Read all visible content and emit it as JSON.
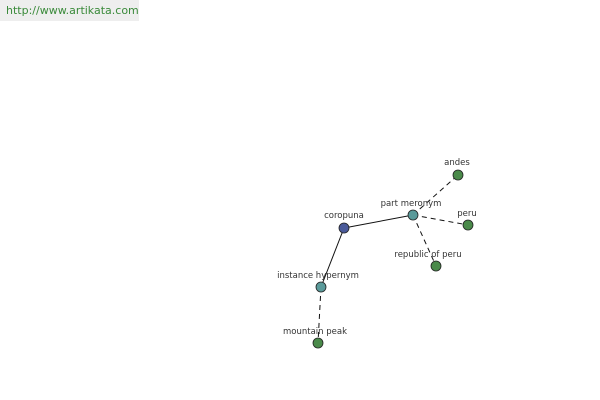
{
  "source_url": "http://www.artikata.com",
  "nodes": [
    {
      "id": "coropuna",
      "label": "coropuna",
      "kind": "root",
      "color": "#4a5a9a"
    },
    {
      "id": "part_meronym",
      "label": "part meronym",
      "kind": "relation",
      "color": "#5a9a9a"
    },
    {
      "id": "instance_hypernym",
      "label": "instance hypernym",
      "kind": "relation",
      "color": "#5a9a9a"
    },
    {
      "id": "andes",
      "label": "andes",
      "kind": "term",
      "color": "#4a8a4a"
    },
    {
      "id": "peru",
      "label": "peru",
      "kind": "term",
      "color": "#4a8a4a"
    },
    {
      "id": "republic_of_peru",
      "label": "republic of peru",
      "kind": "term",
      "color": "#4a8a4a"
    },
    {
      "id": "mountain_peak",
      "label": "mountain peak",
      "kind": "term",
      "color": "#4a8a4a"
    }
  ],
  "edges": [
    {
      "from": "coropuna",
      "to": "part_meronym",
      "style": "solid"
    },
    {
      "from": "coropuna",
      "to": "instance_hypernym",
      "style": "solid"
    },
    {
      "from": "part_meronym",
      "to": "andes",
      "style": "dashed"
    },
    {
      "from": "part_meronym",
      "to": "peru",
      "style": "dashed"
    },
    {
      "from": "part_meronym",
      "to": "republic_of_peru",
      "style": "dashed"
    },
    {
      "from": "instance_hypernym",
      "to": "mountain_peak",
      "style": "dashed"
    }
  ]
}
